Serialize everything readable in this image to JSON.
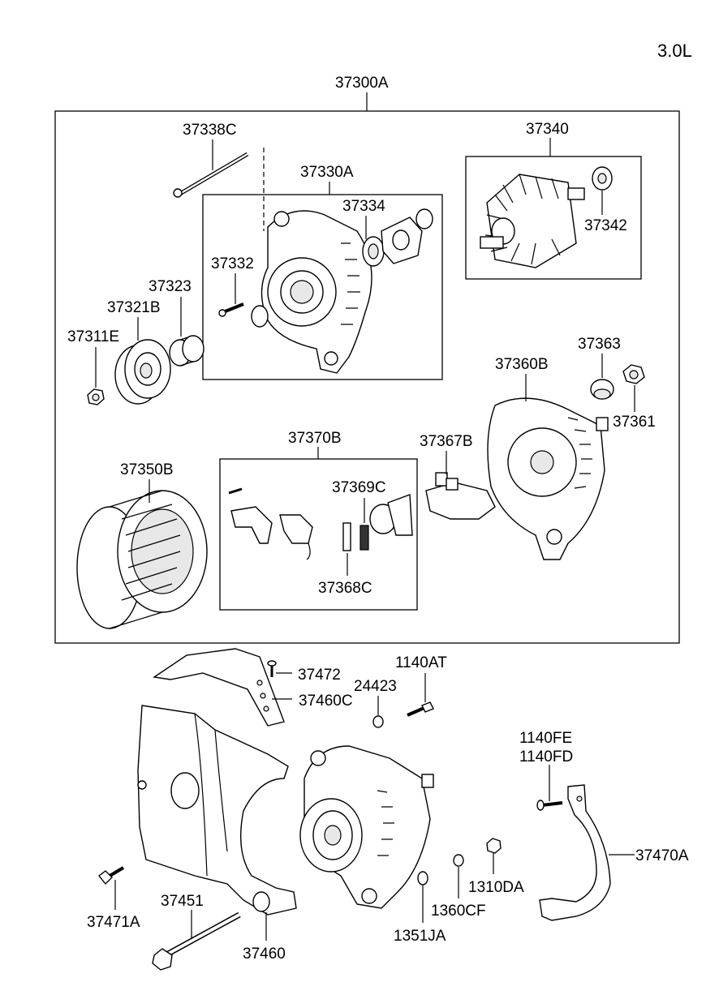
{
  "engine": "3.0L",
  "labels": {
    "p37300A": "37300A",
    "p37338C": "37338C",
    "p37330A": "37330A",
    "p37334": "37334",
    "p37340": "37340",
    "p37342": "37342",
    "p37332": "37332",
    "p37323": "37323",
    "p37321B": "37321B",
    "p37311E": "37311E",
    "p37363": "37363",
    "p37360B": "37360B",
    "p37361": "37361",
    "p37370B": "37370B",
    "p37367B": "37367B",
    "p37350B": "37350B",
    "p37369C": "37369C",
    "p37368C": "37368C",
    "p37472": "37472",
    "p24423": "24423",
    "p1140AT": "1140AT",
    "p37460C": "37460C",
    "p1140FE": "1140FE",
    "p1140FD": "1140FD",
    "p37470A": "37470A",
    "p1310DA": "1310DA",
    "p1360CF": "1360CF",
    "p37451": "37451",
    "p37471A": "37471A",
    "p37460": "37460",
    "p1351JA": "1351JA"
  }
}
